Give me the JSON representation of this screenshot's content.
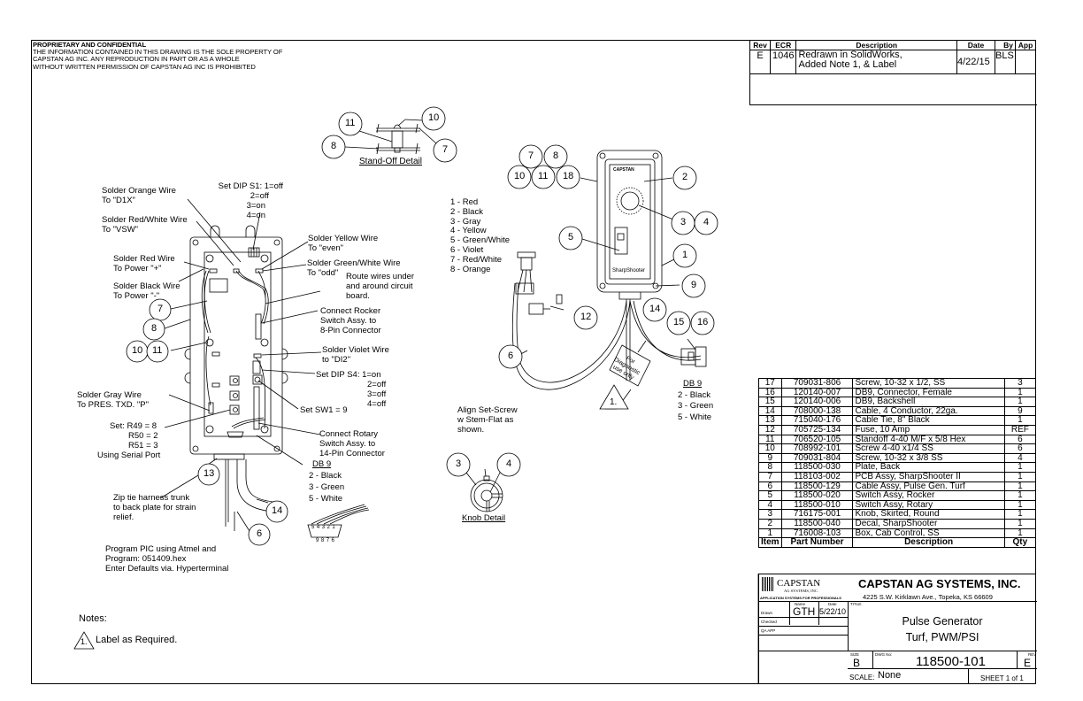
{
  "proprietary": {
    "title": "PROPRIETARY AND CONFIDENTIAL",
    "lines": [
      "THE INFORMATION CONTAINED IN THIS DRAWING IS THE SOLE PROPERTY OF",
      "CAPSTAN AG INC. ANY REPRODUCTION IN PART OR AS A WHOLE",
      "WITHOUT WRITTEN PERMISSION OF CAPSTAN AG INC IS PROHIBITED"
    ]
  },
  "revision_block": {
    "headers": [
      "Rev",
      "ECR",
      "Description",
      "Date",
      "By",
      "App"
    ],
    "rows": [
      {
        "rev": "E",
        "ecr": "1046",
        "description_1": "Redrawn in SolidWorks,",
        "description_2": "Added Note 1, & Label",
        "date": "4/22/15",
        "by": "BLS",
        "app": ""
      }
    ]
  },
  "standoff_detail": {
    "title": "Stand-Off Detail",
    "balloons": [
      "11",
      "10",
      "8",
      "7"
    ]
  },
  "left_view": {
    "callouts": {
      "orange": [
        "Solder Orange Wire",
        "To \"D1X\""
      ],
      "red_white": [
        "Solder Red/White Wire",
        "To \"VSW\""
      ],
      "red": [
        "Solder Red Wire",
        "To Power \"+\""
      ],
      "black": [
        "Solder Black Wire",
        "To Power \"-\""
      ],
      "dip_s1": [
        "Set DIP S1: 1=off",
        "2=off",
        "3=on",
        "4=on"
      ],
      "yellow": [
        "Solder Yellow Wire",
        "To \"even\""
      ],
      "green_white": [
        "Solder Green/White Wire",
        "To \"odd\""
      ],
      "route": [
        "Route wires under",
        "and around circuit",
        "board."
      ],
      "rocker": [
        "Connect Rocker",
        "Switch Assy. to",
        "8-Pin Connector"
      ],
      "violet": [
        "Solder Violet Wire",
        "to \"DI2\""
      ],
      "dip_s4": [
        "Set DIP S4: 1=on",
        "2=off",
        "3=off",
        "4=off"
      ],
      "sw1": "Set SW1 = 9",
      "gray": [
        "Solder Gray Wire",
        "To PRES. TXD. \"P\""
      ],
      "resistors": [
        "Set: R49 = 8",
        "R50 = 2",
        "R51 = 3",
        "Using Serial Port"
      ],
      "rotary": [
        "Connect Rotary",
        "Switch Assy. to",
        "14-Pin Connector"
      ],
      "ziptie": [
        "Zip tie harness trunk",
        "to back plate for strain",
        "relief."
      ],
      "program": [
        "Program PIC using Atmel and",
        "Program:  051409.hex",
        "Enter Defaults via. Hyperterminal"
      ]
    },
    "db9": {
      "title": "DB 9",
      "pins": [
        "2 - Black",
        "3 - Green",
        "5 - White"
      ]
    },
    "db9_pin_numbers_top": [
      "5",
      "4",
      "3",
      "2",
      "1"
    ],
    "db9_pin_numbers_bottom": [
      "9",
      "8",
      "7",
      "6"
    ],
    "balloons": {
      "b7": "7",
      "b8": "8",
      "b10": "10",
      "b11": "11",
      "b13": "13",
      "b14": "14",
      "b6": "6"
    }
  },
  "right_view": {
    "wire_colors": [
      "1 - Red",
      "2 - Black",
      "3 - Gray",
      "4 - Yellow",
      "5 - Green/White",
      "6 - Violet",
      "7 - Red/White",
      "8 - Orange"
    ],
    "balloons": {
      "b7": "7",
      "b8": "8",
      "b10": "10",
      "b11": "11",
      "b18": "18",
      "b2": "2",
      "b3": "3",
      "b4": "4",
      "b5": "5",
      "b1": "1",
      "b9": "9",
      "b12": "12",
      "b14": "14",
      "b15": "15",
      "b16": "16",
      "b6": "6"
    },
    "diag_label": [
      "For",
      "Diagnostic",
      "use only"
    ],
    "note_flag": "1.",
    "db9": {
      "title": "DB 9",
      "pins": [
        "2 - Black",
        "3 - Green",
        "5 - White"
      ]
    },
    "decal_brand": "SharpShooter",
    "decal_logo": "CAPSTAN"
  },
  "knob_detail": {
    "note": [
      "Align Set-Screw",
      "w Stem-Flat as",
      "shown."
    ],
    "title": "Knob Detail",
    "balloons": [
      "3",
      "4"
    ]
  },
  "notes": {
    "title": "Notes:",
    "items": [
      {
        "flag": "1.",
        "text": "Label as Required."
      }
    ]
  },
  "bom": {
    "headers": [
      "Item",
      "Part Number",
      "Description",
      "Qty"
    ],
    "rows": [
      {
        "item": "17",
        "part": "709031-806",
        "desc": "Screw, 10-32 x 1/2, SS",
        "qty": "3"
      },
      {
        "item": "16",
        "part": "120140-007",
        "desc": "DB9, Connector, Female",
        "qty": "1"
      },
      {
        "item": "15",
        "part": "120140-006",
        "desc": "DB9, Backshell",
        "qty": "1"
      },
      {
        "item": "14",
        "part": "708000-138",
        "desc": "Cable, 4 Conductor, 22ga.",
        "qty": "9"
      },
      {
        "item": "13",
        "part": "715040-176",
        "desc": "Cable Tie, 8\" Black",
        "qty": "1"
      },
      {
        "item": "12",
        "part": "705725-134",
        "desc": "Fuse, 10 Amp",
        "qty": "REF"
      },
      {
        "item": "11",
        "part": "706520-105",
        "desc": "Standoff 4-40 M/F x 5/8 Hex",
        "qty": "6"
      },
      {
        "item": "10",
        "part": "708992-101",
        "desc": "Screw 4-40 x1/4 SS",
        "qty": "6"
      },
      {
        "item": "9",
        "part": "709031-804",
        "desc": "Screw, 10-32 x 3/8 SS",
        "qty": "4"
      },
      {
        "item": "8",
        "part": "118500-030",
        "desc": "Plate, Back",
        "qty": "1"
      },
      {
        "item": "7",
        "part": "118103-002",
        "desc": "PCB Assy, SharpShooter II",
        "qty": "1"
      },
      {
        "item": "6",
        "part": "118500-129",
        "desc": "Cable Assy, Pulse Gen. Turf",
        "qty": "1"
      },
      {
        "item": "5",
        "part": "118500-020",
        "desc": "Switch Assy, Rocker",
        "qty": "1"
      },
      {
        "item": "4",
        "part": "118500-010",
        "desc": "Switch Assy, Rotary",
        "qty": "1"
      },
      {
        "item": "3",
        "part": "716175-001",
        "desc": "Knob, Skirted, Round",
        "qty": "1"
      },
      {
        "item": "2",
        "part": "118500-040",
        "desc": "Decal, SharpShooter",
        "qty": "1"
      },
      {
        "item": "1",
        "part": "716008-103",
        "desc": "Box, Cab Control, SS",
        "qty": "1"
      }
    ]
  },
  "title_block": {
    "logo_name": "CAPSTAN",
    "logo_sub": "AG SYSTEMS, INC.",
    "logo_tagline": "APPLICATION SYSTEMS FOR PROFESSIONALS",
    "company": "CAPSTAN AG SYSTEMS, INC.",
    "address": "4225 S.W. Kirklawn Ave., Topeka, KS 66609",
    "name_header": "Name",
    "date_header": "Date",
    "drawn_label": "Drawn",
    "drawn_name": "GTH",
    "drawn_date": "5/22/10",
    "checked_label": "Checked",
    "qa_label": "QA APP",
    "title_label": "TITLE:",
    "title_1": "Pulse Generator",
    "title_2": "Turf, PWM/PSI",
    "size_label": "SIZE",
    "size": "B",
    "dwg_label": "DWG No:",
    "dwg_no": "118500-101",
    "rev_label": "REV",
    "rev": "E",
    "scale_label": "SCALE:",
    "scale": "None",
    "sheet": "SHEET 1 of 1"
  }
}
